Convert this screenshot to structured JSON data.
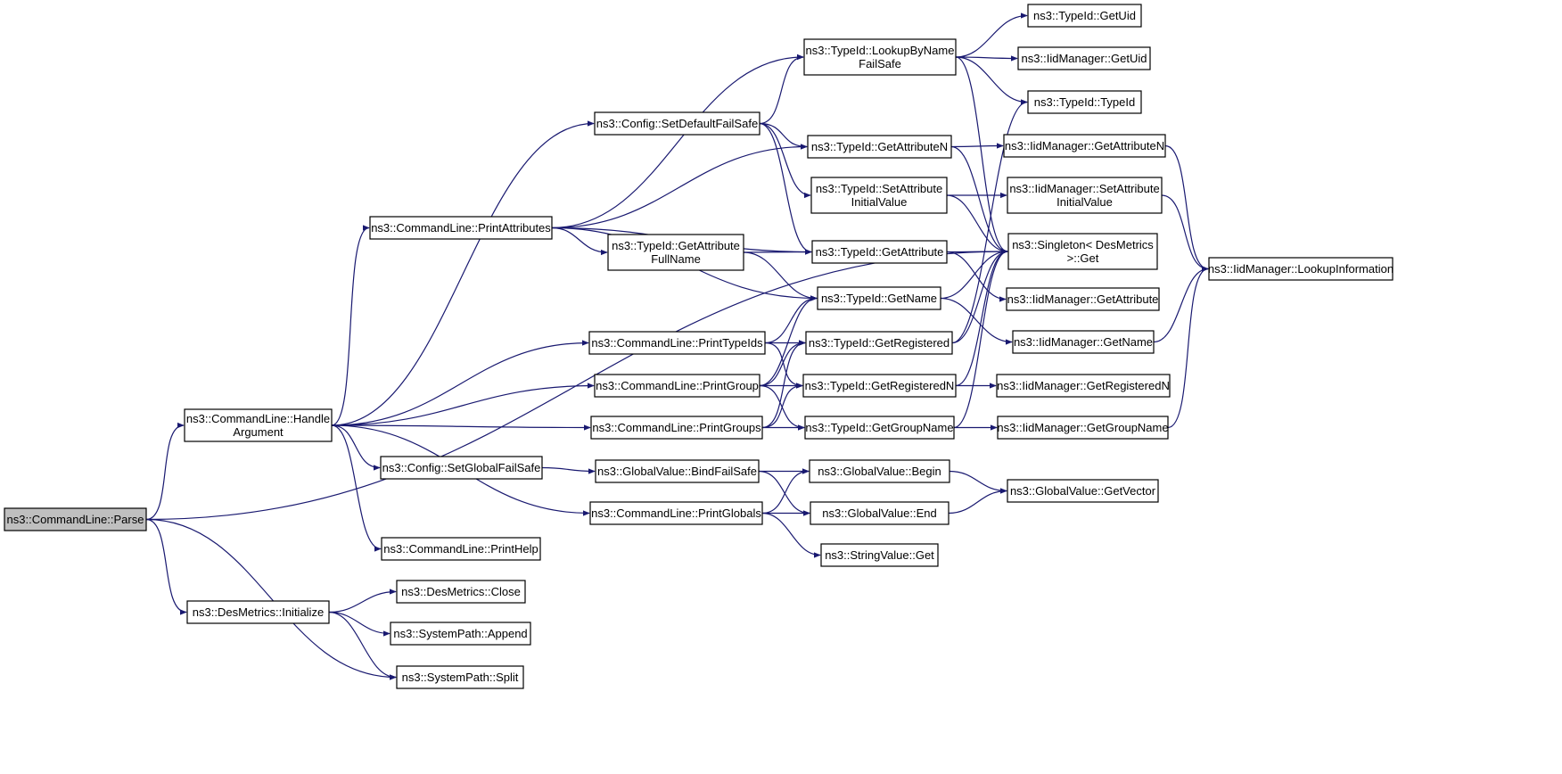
{
  "colors": {
    "edge": "#191970",
    "root_fill": "#bfbfbf",
    "node_fill": "#ffffff",
    "node_stroke": "#000000"
  },
  "nodes": {
    "parse": "ns3::CommandLine::Parse",
    "handle_argument": [
      "ns3::CommandLine::Handle",
      "Argument"
    ],
    "des_init": "ns3::DesMetrics::Initialize",
    "print_attributes": "ns3::CommandLine::PrintAttributes",
    "config_setdefault": "ns3::Config::SetDefaultFailSafe",
    "print_typeids": "ns3::CommandLine::PrintTypeIds",
    "print_group": "ns3::CommandLine::PrintGroup",
    "print_groups": "ns3::CommandLine::PrintGroups",
    "config_setglobal": "ns3::Config::SetGlobalFailSafe",
    "print_globals": "ns3::CommandLine::PrintGlobals",
    "print_help": "ns3::CommandLine::PrintHelp",
    "des_close": "ns3::DesMetrics::Close",
    "sp_append": "ns3::SystemPath::Append",
    "sp_split": "ns3::SystemPath::Split",
    "tid_getattrfullname": [
      "ns3::TypeId::GetAttribute",
      "FullName"
    ],
    "gv_bindfailsafe": "ns3::GlobalValue::BindFailSafe",
    "tid_lookupbyname": [
      "ns3::TypeId::LookupByName",
      "FailSafe"
    ],
    "tid_getattributen": "ns3::TypeId::GetAttributeN",
    "tid_setattrinit": [
      "ns3::TypeId::SetAttribute",
      "InitialValue"
    ],
    "tid_getattribute": "ns3::TypeId::GetAttribute",
    "tid_getname": "ns3::TypeId::GetName",
    "tid_getregistered": "ns3::TypeId::GetRegistered",
    "tid_getregisteredn": "ns3::TypeId::GetRegisteredN",
    "tid_getgroupname": "ns3::TypeId::GetGroupName",
    "gv_begin": "ns3::GlobalValue::Begin",
    "gv_end": "ns3::GlobalValue::End",
    "sv_get": "ns3::StringValue::Get",
    "tid_getuid": "ns3::TypeId::GetUid",
    "iid_getuid": "ns3::IidManager::GetUid",
    "tid_typeid": "ns3::TypeId::TypeId",
    "iid_getattributen": "ns3::IidManager::GetAttributeN",
    "iid_setattrinit": [
      "ns3::IidManager::SetAttribute",
      "InitialValue"
    ],
    "singleton_get": [
      "ns3::Singleton< DesMetrics",
      ">::Get"
    ],
    "iid_getattribute": "ns3::IidManager::GetAttribute",
    "iid_getname": "ns3::IidManager::GetName",
    "iid_getregisteredn": "ns3::IidManager::GetRegisteredN",
    "iid_getgroupname": "ns3::IidManager::GetGroupName",
    "gv_getvector": "ns3::GlobalValue::GetVector",
    "iid_lookupinfo": "ns3::IidManager::LookupInformation"
  },
  "edges": [
    [
      "parse",
      "handle_argument"
    ],
    [
      "parse",
      "des_init"
    ],
    [
      "parse",
      "singleton_get"
    ],
    [
      "handle_argument",
      "config_setdefault"
    ],
    [
      "handle_argument",
      "print_attributes"
    ],
    [
      "handle_argument",
      "print_typeids"
    ],
    [
      "handle_argument",
      "print_group"
    ],
    [
      "handle_argument",
      "print_groups"
    ],
    [
      "handle_argument",
      "config_setglobal"
    ],
    [
      "handle_argument",
      "print_globals"
    ],
    [
      "handle_argument",
      "print_help"
    ],
    [
      "des_init",
      "des_close"
    ],
    [
      "des_init",
      "sp_append"
    ],
    [
      "des_init",
      "sp_split"
    ],
    [
      "parse",
      "sp_split"
    ],
    [
      "print_attributes",
      "tid_lookupbyname"
    ],
    [
      "print_attributes",
      "tid_getattributen"
    ],
    [
      "print_attributes",
      "tid_getattribute"
    ],
    [
      "print_attributes",
      "tid_getattrfullname"
    ],
    [
      "print_attributes",
      "tid_getname"
    ],
    [
      "config_setdefault",
      "tid_lookupbyname"
    ],
    [
      "config_setdefault",
      "tid_getattributen"
    ],
    [
      "config_setdefault",
      "tid_setattrinit"
    ],
    [
      "config_setdefault",
      "tid_getattribute"
    ],
    [
      "tid_getattrfullname",
      "tid_getattribute"
    ],
    [
      "tid_getattrfullname",
      "tid_getname"
    ],
    [
      "print_typeids",
      "tid_getname"
    ],
    [
      "print_typeids",
      "tid_getregistered"
    ],
    [
      "print_typeids",
      "tid_getregisteredn"
    ],
    [
      "print_group",
      "tid_getname"
    ],
    [
      "print_group",
      "tid_getregistered"
    ],
    [
      "print_group",
      "tid_getregisteredn"
    ],
    [
      "print_group",
      "tid_getgroupname"
    ],
    [
      "print_groups",
      "tid_getregistered"
    ],
    [
      "print_groups",
      "tid_getregisteredn"
    ],
    [
      "print_groups",
      "tid_getgroupname"
    ],
    [
      "config_setglobal",
      "gv_bindfailsafe"
    ],
    [
      "gv_bindfailsafe",
      "gv_begin"
    ],
    [
      "gv_bindfailsafe",
      "gv_end"
    ],
    [
      "print_globals",
      "gv_begin"
    ],
    [
      "print_globals",
      "gv_end"
    ],
    [
      "print_globals",
      "sv_get"
    ],
    [
      "tid_lookupbyname",
      "tid_getuid"
    ],
    [
      "tid_lookupbyname",
      "iid_getuid"
    ],
    [
      "tid_lookupbyname",
      "tid_typeid"
    ],
    [
      "tid_lookupbyname",
      "singleton_get"
    ],
    [
      "tid_getattributen",
      "iid_getattributen"
    ],
    [
      "tid_getattributen",
      "singleton_get"
    ],
    [
      "tid_setattrinit",
      "iid_setattrinit"
    ],
    [
      "tid_setattrinit",
      "singleton_get"
    ],
    [
      "tid_getattribute",
      "singleton_get"
    ],
    [
      "tid_getattribute",
      "iid_getattribute"
    ],
    [
      "tid_getname",
      "singleton_get"
    ],
    [
      "tid_getname",
      "iid_getname"
    ],
    [
      "tid_getregistered",
      "tid_typeid"
    ],
    [
      "tid_getregistered",
      "singleton_get"
    ],
    [
      "tid_getregisteredn",
      "singleton_get"
    ],
    [
      "tid_getregisteredn",
      "iid_getregisteredn"
    ],
    [
      "tid_getgroupname",
      "singleton_get"
    ],
    [
      "tid_getgroupname",
      "iid_getgroupname"
    ],
    [
      "gv_begin",
      "gv_getvector"
    ],
    [
      "gv_end",
      "gv_getvector"
    ],
    [
      "iid_getattributen",
      "iid_lookupinfo"
    ],
    [
      "iid_setattrinit",
      "iid_lookupinfo"
    ],
    [
      "iid_getname",
      "iid_lookupinfo"
    ],
    [
      "iid_getgroupname",
      "iid_lookupinfo"
    ]
  ]
}
